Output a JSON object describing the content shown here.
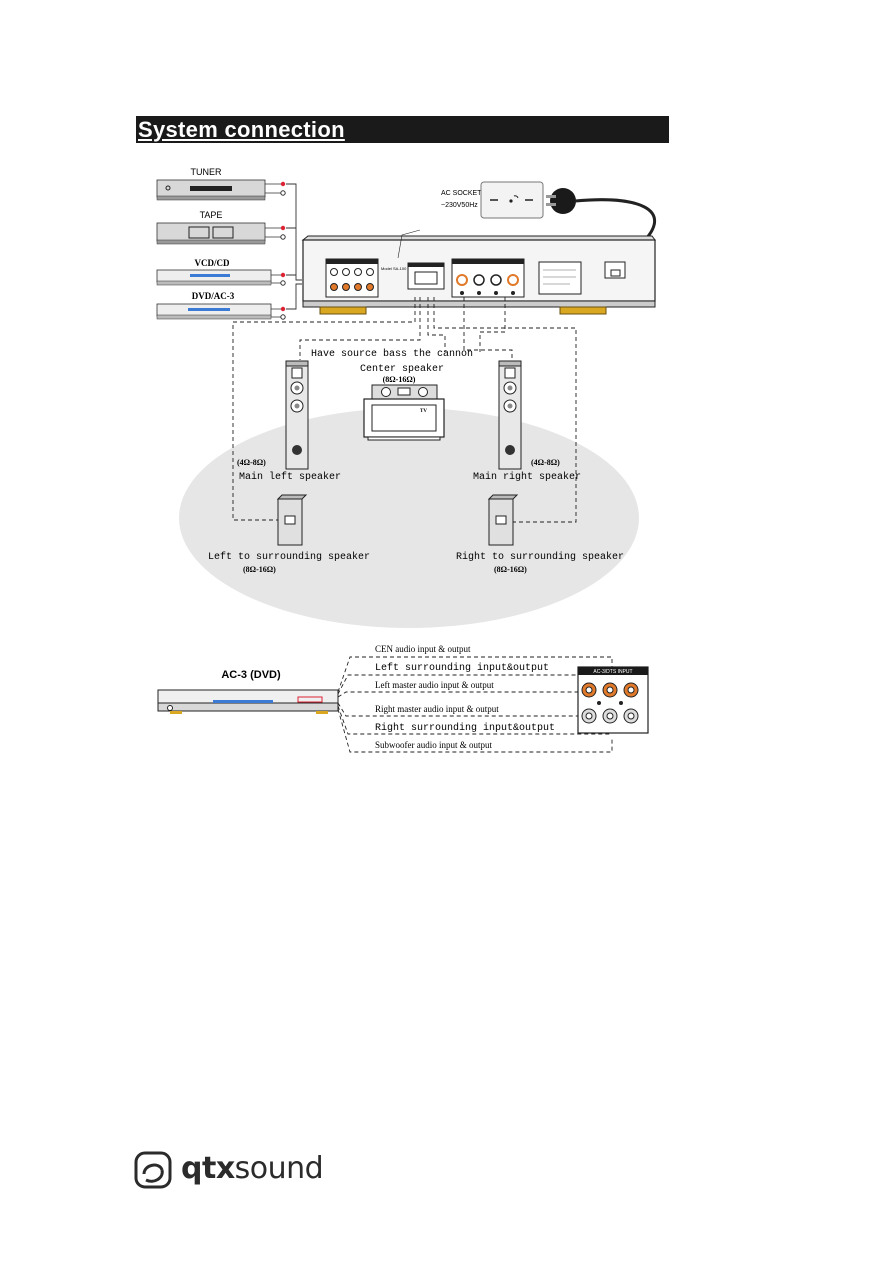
{
  "section": {
    "title": "System connection"
  },
  "sources": [
    {
      "key": "tuner",
      "label": "TUNER"
    },
    {
      "key": "tape",
      "label": "TAPE"
    },
    {
      "key": "vcd",
      "label": "VCD/CD"
    },
    {
      "key": "dvd",
      "label": "DVD/AC-3"
    }
  ],
  "ac_socket": {
    "line1": "AC SOCKET",
    "line2": "~230V50Hz"
  },
  "notes": {
    "bass_cannon": "Have source bass the cannon"
  },
  "speakers": {
    "center": {
      "label": "Center speaker",
      "impedance": "(8Ω-16Ω)"
    },
    "tv": "TV",
    "main_left": {
      "label": "Main left speaker",
      "impedance": "(4Ω-8Ω)"
    },
    "main_right": {
      "label": "Main right speaker",
      "impedance": "(4Ω-8Ω)"
    },
    "surround_left": {
      "label": "Left to surrounding speaker",
      "impedance": "(8Ω-16Ω)"
    },
    "surround_right": {
      "label": "Right to surrounding speaker",
      "impedance": "(8Ω-16Ω)"
    }
  },
  "ac3": {
    "title": "AC-3 (DVD)",
    "panel_title": "AC-3/DTS INPUT",
    "lines": [
      "CEN audio input & output",
      "Left surrounding input&output",
      "Left master audio input & output",
      "Right master audio input & output",
      "Right surrounding input&output",
      "Subwoofer audio input & output"
    ]
  },
  "brand": {
    "bold": "qtx",
    "light": "sound"
  },
  "colors": {
    "header_bg": "#1a1a1a",
    "ellipse": "#e6e6e6",
    "rca_orange": "#e07a2a",
    "amp_feet": "#d9a720"
  }
}
